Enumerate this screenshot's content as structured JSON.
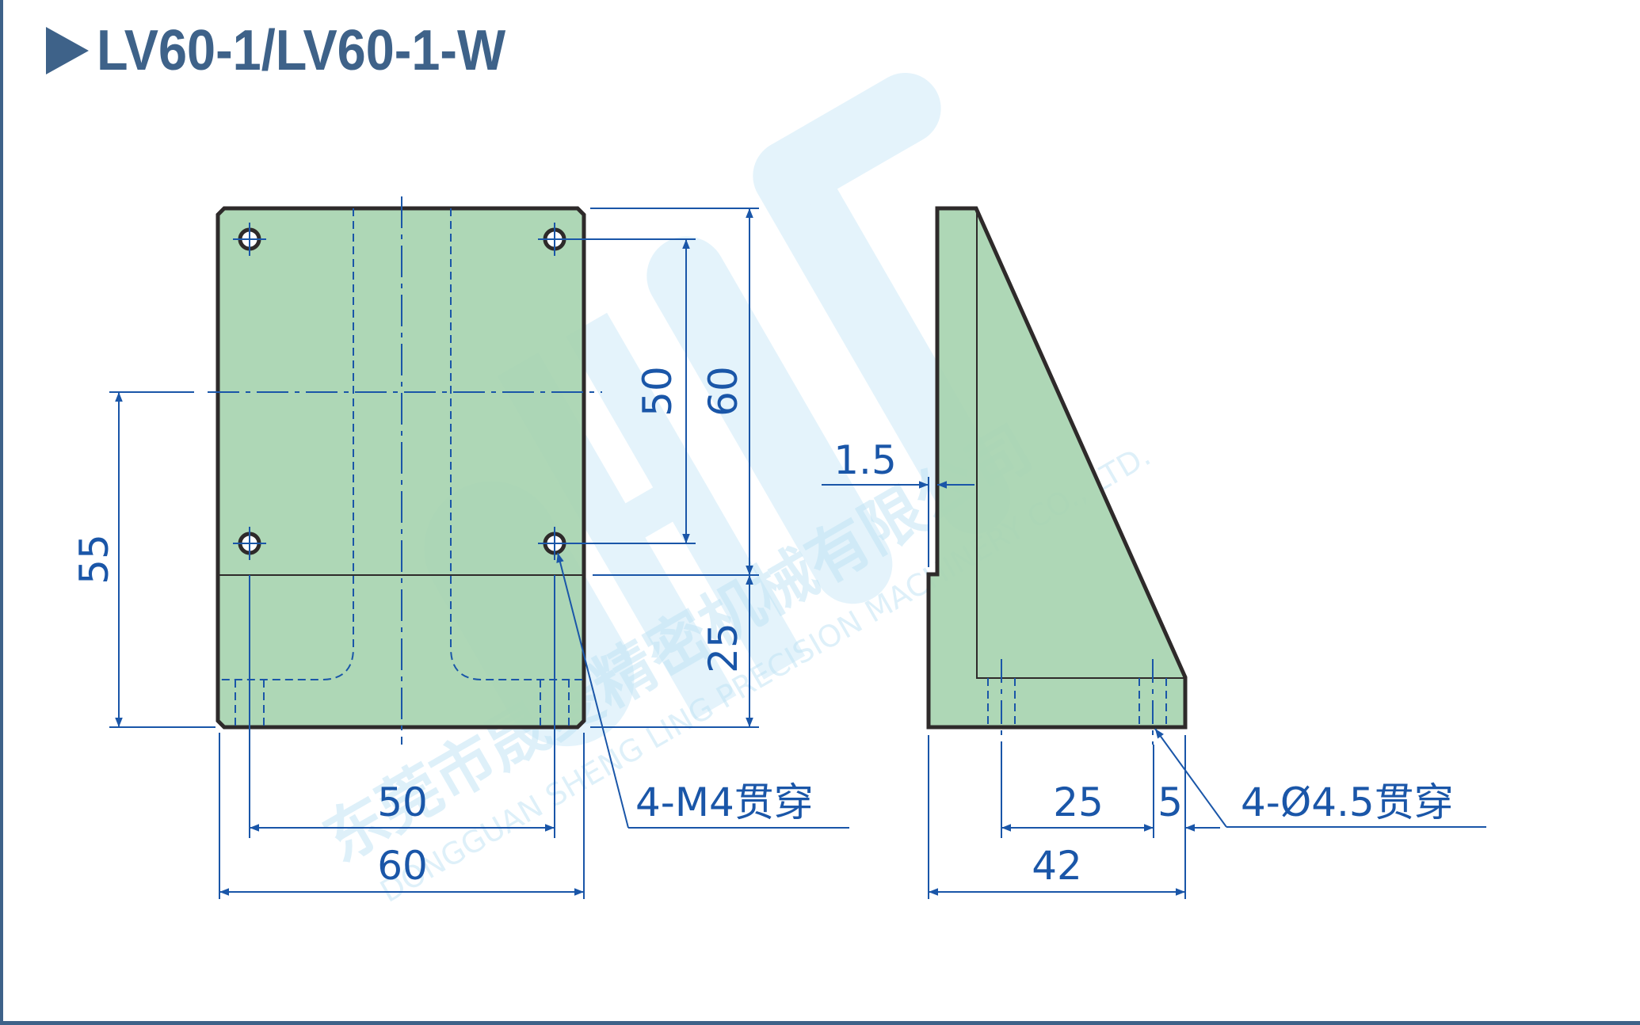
{
  "title": {
    "text": "LV60-1/LV60-1-W",
    "icon": "triangle-right-icon"
  },
  "colors": {
    "frame": "#3e6289",
    "part_fill": "#a7d4b0",
    "outline": "#2e2a2a",
    "dimension": "#1a56a8",
    "watermark": "#bfe3f5"
  },
  "front_view": {
    "dimensions": {
      "hole_pitch_horizontal": "50",
      "overall_width": "60",
      "hole_pitch_vertical": "50",
      "overall_height": "60",
      "lower_section_height": "25",
      "center_height": "55"
    },
    "callout": "4-M4贯穿"
  },
  "side_view": {
    "dimensions": {
      "step": "1.5",
      "hole_to_hole": "25",
      "hole_to_edge": "5",
      "overall_depth": "42"
    },
    "callout": "4-Ø4.5贯穿"
  },
  "watermark": {
    "logo": "SLM",
    "company_cn": "东莞市晟菱精密机械有限公司",
    "company_en": "DONGGUAN SHENG LING PRECISION MACHINERY CO., LTD."
  }
}
